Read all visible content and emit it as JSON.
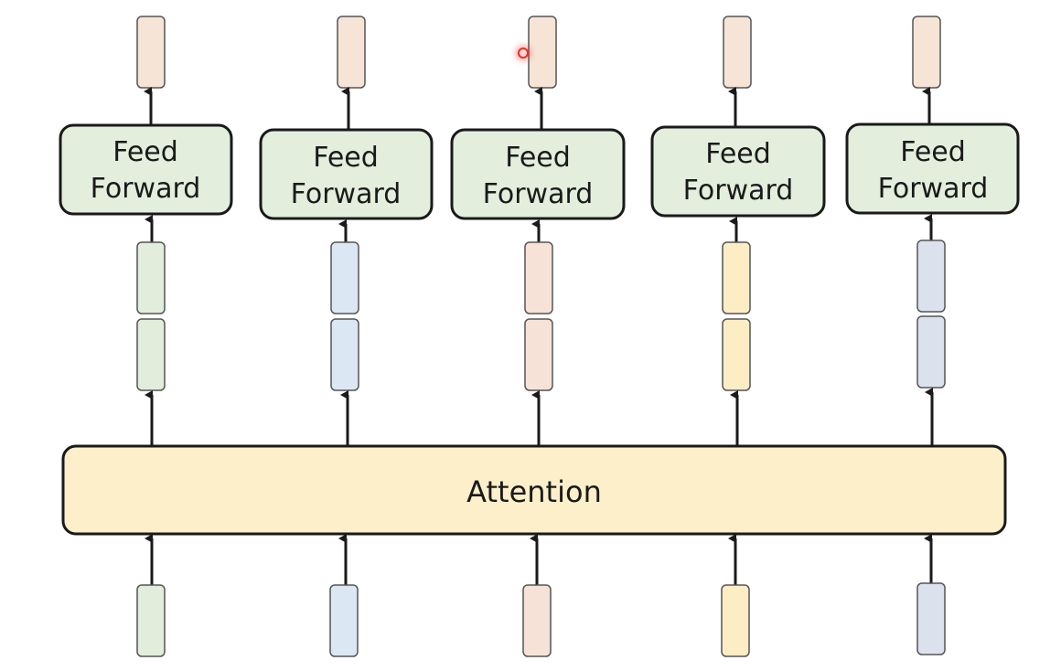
{
  "colors": {
    "ff_fill": "#e3eedd",
    "attention_fill": "#fcefc9",
    "output_fill": "#f6e4d6",
    "stroke": "#1a1a1a",
    "vec_stroke": "#555555",
    "cursor": "#e8302a"
  },
  "diagram": {
    "attention_label": "Attention",
    "columns": [
      {
        "ff_line1": "Feed",
        "ff_line2": "Forward",
        "input_color": "#e3eddc",
        "output_color": "#f6e4d6"
      },
      {
        "ff_line1": "Feed",
        "ff_line2": "Forward",
        "input_color": "#dce7f4",
        "output_color": "#f6e4d6"
      },
      {
        "ff_line1": "Feed",
        "ff_line2": "Forward",
        "input_color": "#f6e2d6",
        "output_color": "#f6e4d6"
      },
      {
        "ff_line1": "Feed",
        "ff_line2": "Forward",
        "input_color": "#fcedc5",
        "output_color": "#f6e4d6"
      },
      {
        "ff_line1": "Feed",
        "ff_line2": "Forward",
        "input_color": "#dce1ee",
        "output_color": "#f6e4d6"
      }
    ]
  },
  "cursor_icon": "pointer-dot-icon"
}
